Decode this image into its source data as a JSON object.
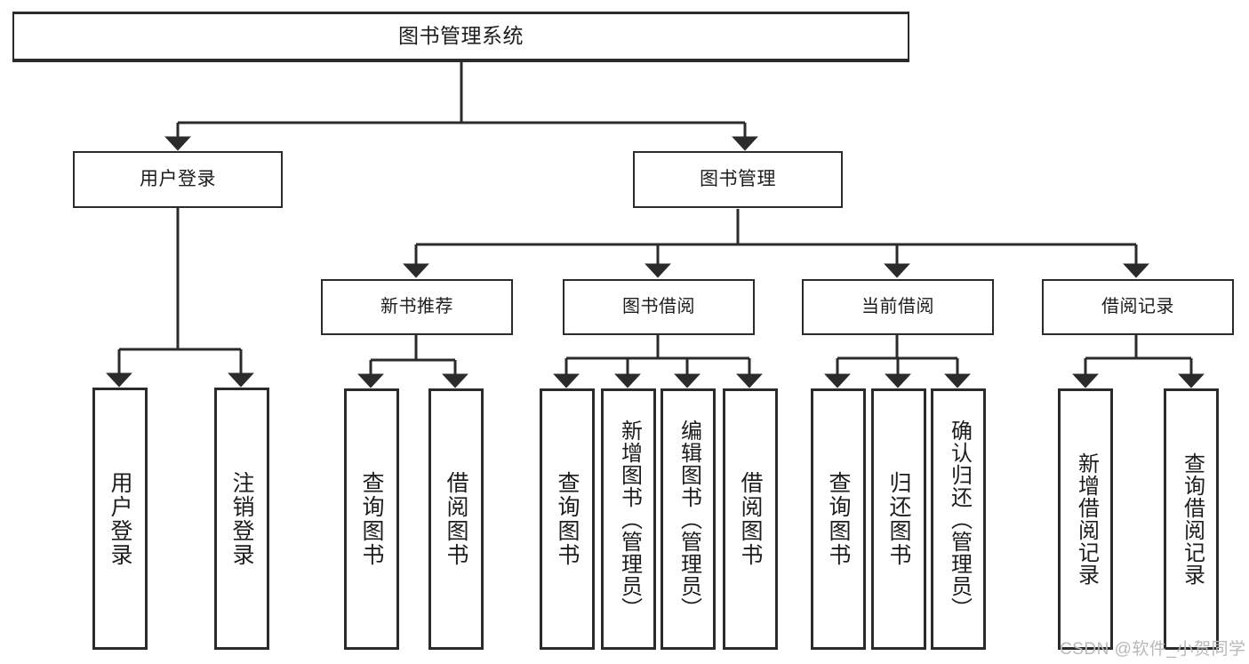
{
  "diagram": {
    "type": "tree-hierarchy-chart",
    "title": "图书管理系统",
    "stroke_color": "#2b2b2b",
    "background_color": "#ffffff",
    "watermark": "CSDN @软件_小贺同学",
    "nodes": {
      "root": {
        "label": "图书管理系统"
      },
      "level1": [
        {
          "key": "user_login",
          "label": "用户登录"
        },
        {
          "key": "book_manage",
          "label": "图书管理"
        }
      ],
      "level2": [
        {
          "key": "new_book_rec",
          "label": "新书推荐"
        },
        {
          "key": "book_borrow",
          "label": "图书借阅"
        },
        {
          "key": "current_borrow",
          "label": "当前借阅"
        },
        {
          "key": "borrow_record",
          "label": "借阅记录"
        }
      ],
      "leaves": [
        {
          "key": "leaf_user_login",
          "label": "用户登录",
          "parent": "user_login"
        },
        {
          "key": "leaf_logout",
          "label": "注销登录",
          "parent": "user_login"
        },
        {
          "key": "leaf_query_book_1",
          "label": "查询图书",
          "parent": "new_book_rec"
        },
        {
          "key": "leaf_borrow_book_1",
          "label": "借阅图书",
          "parent": "new_book_rec"
        },
        {
          "key": "leaf_query_book_2",
          "label": "查询图书",
          "parent": "book_borrow"
        },
        {
          "key": "leaf_add_book",
          "label": "新增图书（管理员）",
          "parent": "book_borrow"
        },
        {
          "key": "leaf_edit_book",
          "label": "编辑图书（管理员）",
          "parent": "book_borrow"
        },
        {
          "key": "leaf_borrow_book_2",
          "label": "借阅图书",
          "parent": "book_borrow"
        },
        {
          "key": "leaf_query_book_3",
          "label": "查询图书",
          "parent": "current_borrow"
        },
        {
          "key": "leaf_return_book",
          "label": "归还图书",
          "parent": "current_borrow"
        },
        {
          "key": "leaf_confirm_return",
          "label": "确认归还（管理员）",
          "parent": "current_borrow"
        },
        {
          "key": "leaf_add_record",
          "label": "新增借阅记录",
          "parent": "borrow_record"
        },
        {
          "key": "leaf_query_record",
          "label": "查询借阅记录",
          "parent": "borrow_record"
        }
      ]
    }
  }
}
